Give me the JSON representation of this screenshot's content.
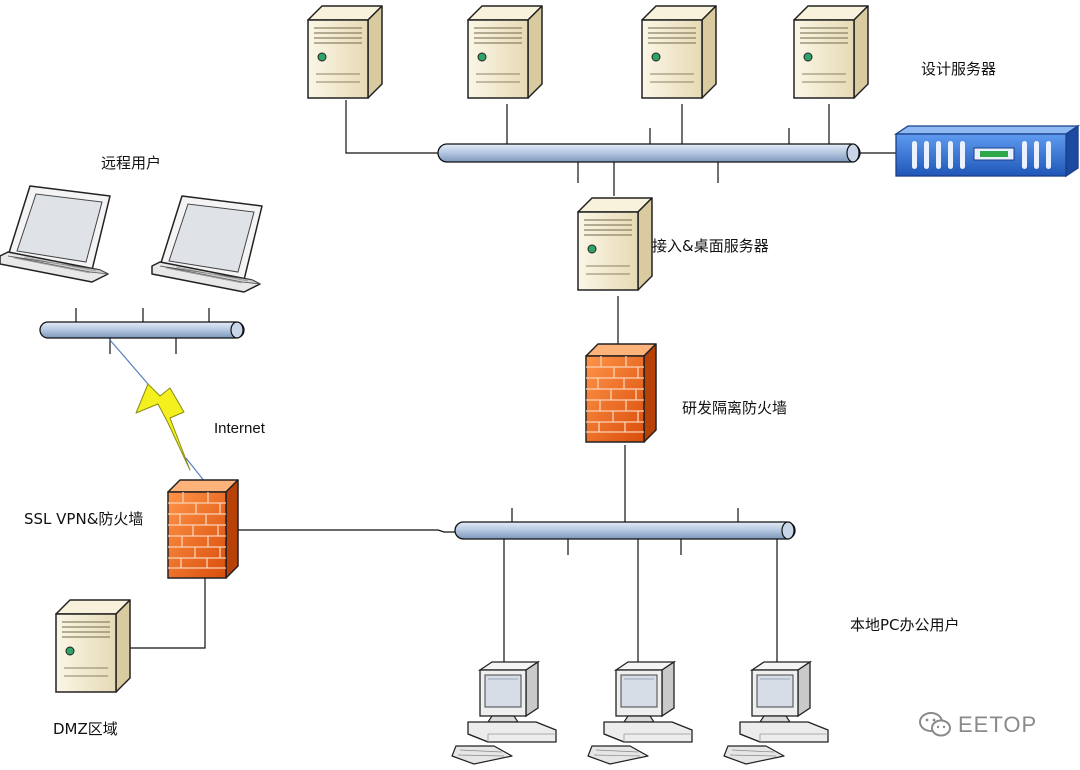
{
  "labels": {
    "design_servers": "设计服务器",
    "remote_users": "远程用户",
    "access_desktop_server": "接入&桌面服务器",
    "rd_firewall": "研发隔离防火墙",
    "internet": "Internet",
    "ssl_vpn_firewall": "SSL VPN&防火墙",
    "local_pc_users": "本地PC办公用户",
    "dmz_zone": "DMZ区域"
  },
  "watermark": {
    "text": "EETOP",
    "icon": "wechat-icon"
  },
  "colors": {
    "bus_fill": "#b3c6e0",
    "server_fill": "#f1e8cc",
    "firewall_fill": "#f26a1b",
    "storage_fill": "#2f6fd6",
    "lightning_fill": "#f3f01d"
  }
}
